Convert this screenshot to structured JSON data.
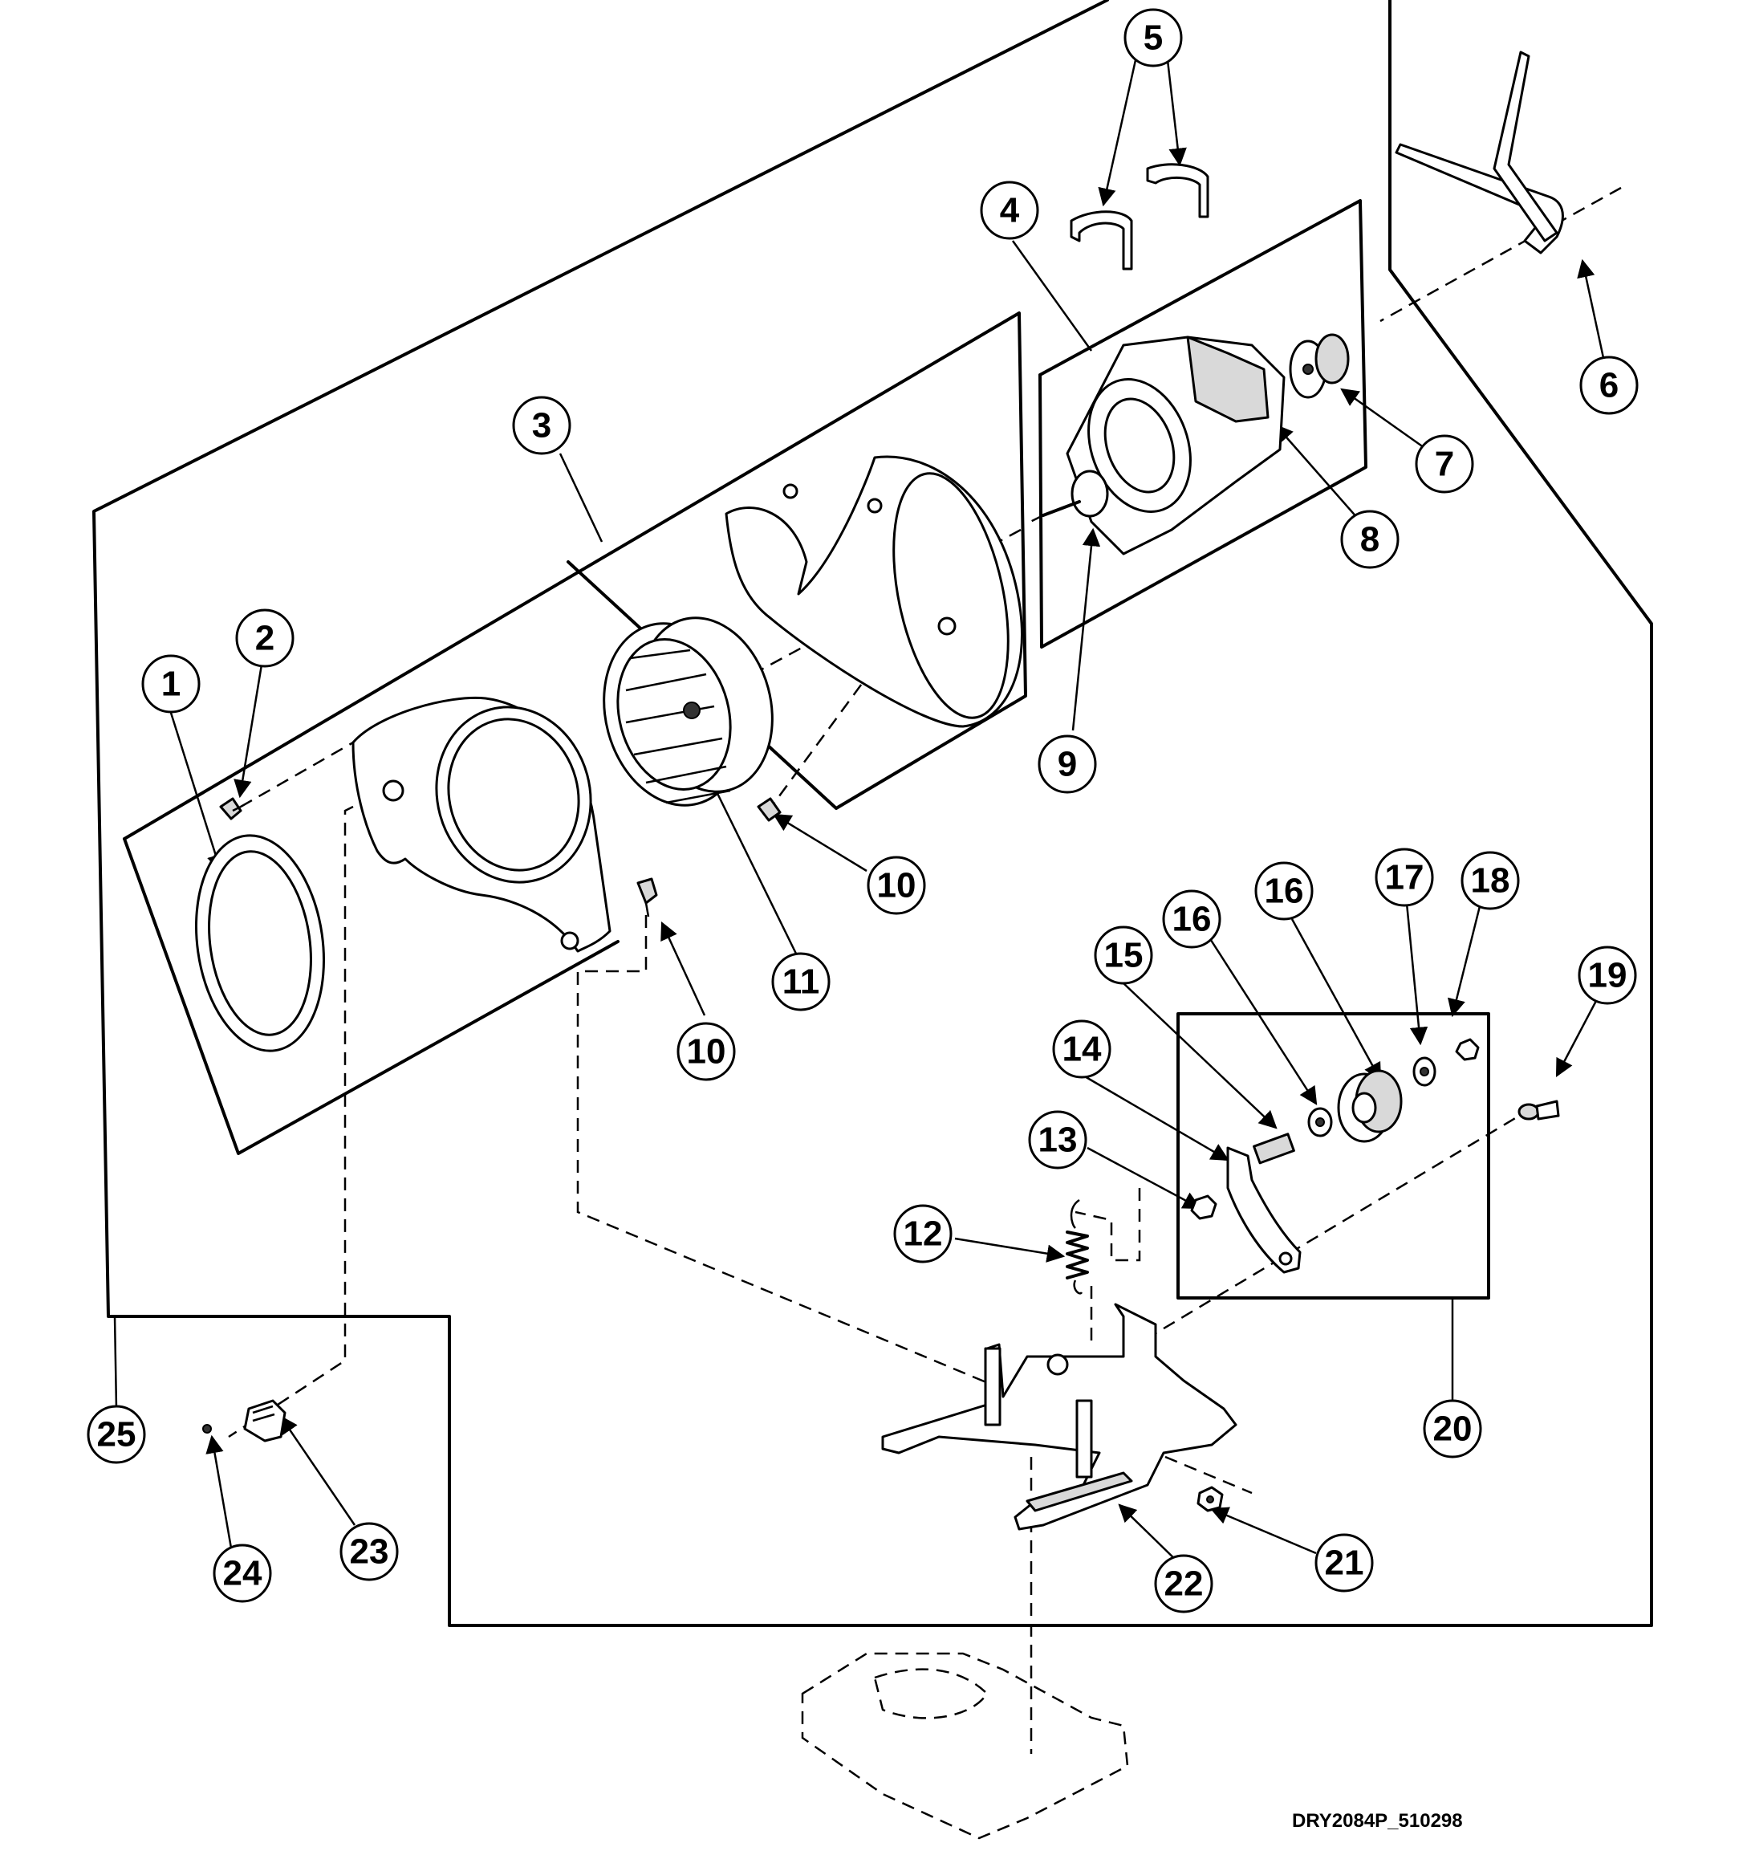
{
  "diagram": {
    "drawing_code": "DRY2084P_510298",
    "callouts": [
      {
        "id": "1",
        "text": "1"
      },
      {
        "id": "2",
        "text": "2"
      },
      {
        "id": "3",
        "text": "3"
      },
      {
        "id": "4",
        "text": "4"
      },
      {
        "id": "5",
        "text": "5"
      },
      {
        "id": "6",
        "text": "6"
      },
      {
        "id": "7",
        "text": "7"
      },
      {
        "id": "8",
        "text": "8"
      },
      {
        "id": "9",
        "text": "9"
      },
      {
        "id": "10a",
        "text": "10"
      },
      {
        "id": "10b",
        "text": "10"
      },
      {
        "id": "11",
        "text": "11"
      },
      {
        "id": "12",
        "text": "12"
      },
      {
        "id": "13",
        "text": "13"
      },
      {
        "id": "14",
        "text": "14"
      },
      {
        "id": "15",
        "text": "15"
      },
      {
        "id": "16a",
        "text": "16"
      },
      {
        "id": "16b",
        "text": "16"
      },
      {
        "id": "17",
        "text": "17"
      },
      {
        "id": "18",
        "text": "18"
      },
      {
        "id": "19",
        "text": "19"
      },
      {
        "id": "20",
        "text": "20"
      },
      {
        "id": "21",
        "text": "21"
      },
      {
        "id": "22",
        "text": "22"
      },
      {
        "id": "23",
        "text": "23"
      },
      {
        "id": "24",
        "text": "24"
      },
      {
        "id": "25",
        "text": "25"
      }
    ]
  }
}
